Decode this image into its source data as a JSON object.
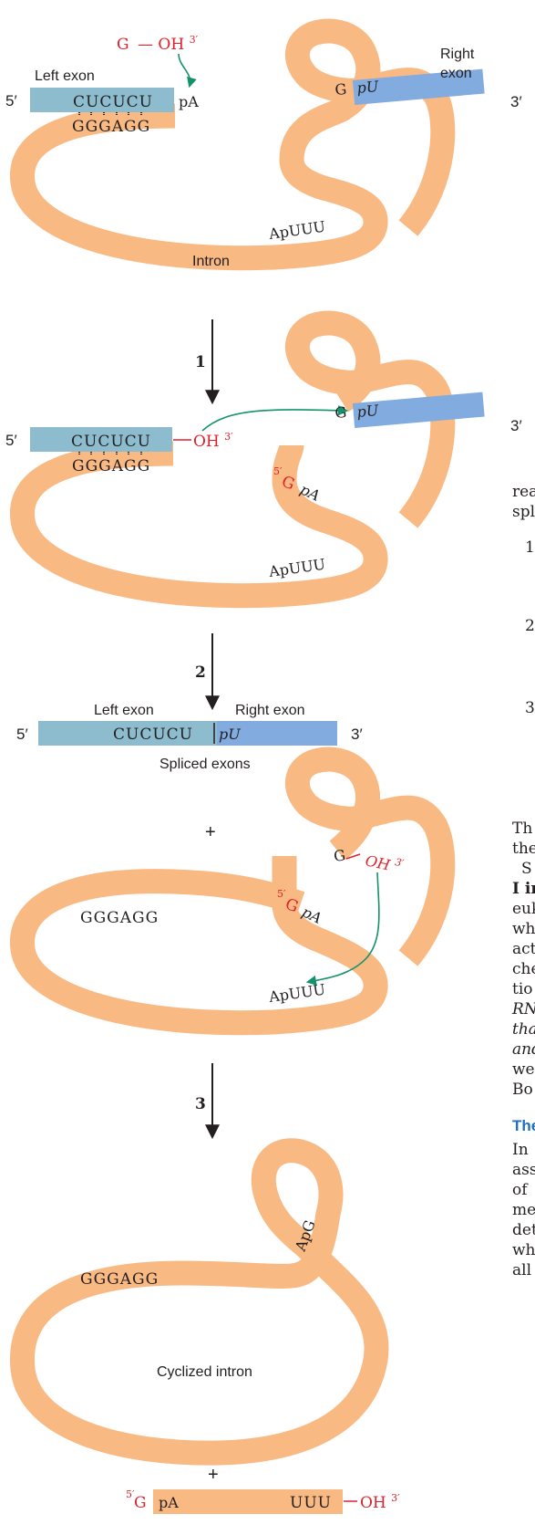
{
  "colors": {
    "intron": "#f9b983",
    "left_exon": "#8cbccd",
    "right_exon": "#82abe0",
    "red_text": "#e0202a",
    "teal_arrow": "#12936b",
    "heading_blue": "#1f6fbf"
  },
  "panel1": {
    "g_oh": "G",
    "g_oh_dash": "—",
    "g_oh_oh": "OH",
    "g_oh_sup": "3′",
    "left_exon_label": "Left exon",
    "right_exon_label_1": "Right",
    "right_exon_label_2": "exon",
    "five_prime": "5′",
    "three_prime": "3′",
    "left_seq": "CUCUCU",
    "pA": "pA",
    "pair_seq": "GGGAGG",
    "GpU_G": "G",
    "GpU_pU": "pU",
    "ApUUU": "ApUUU",
    "intron_label": "Intron"
  },
  "step1": "1",
  "panel2": {
    "five_prime": "5′",
    "three_prime": "3′",
    "left_seq": "CUCUCU",
    "oh": "OH",
    "oh_sup": "3′",
    "pair_seq": "GGGAGG",
    "GpU_G": "G",
    "GpU_pU": "pU",
    "gpa_sup": "5′",
    "gpa_G": "G",
    "gpa_pA": "pA",
    "ApUUU": "ApUUU"
  },
  "step2": "2",
  "panel3": {
    "left_exon_label": "Left exon",
    "right_exon_label": "Right exon",
    "five_prime": "5′",
    "three_prime": "3′",
    "seq_left": "CUCUCU",
    "seq_right": "pU",
    "caption": "Spliced exons"
  },
  "plus": "+",
  "panel4": {
    "G": "G",
    "oh": "OH",
    "oh_sup": "3′",
    "gpa_sup": "5′",
    "gpa_G": "G",
    "gpa_pA": "pA",
    "pair_seq": "GGGAGG",
    "ApUUU": "ApUUU"
  },
  "step3": "3",
  "panel5": {
    "pair_seq": "GGGAGG",
    "ApG": "ApG",
    "caption": "Cyclized intron",
    "plus": "+",
    "frag_sup": "5′",
    "frag_G": "G",
    "frag_pA": "pA",
    "frag_UUU": "UUU",
    "frag_oh": "OH",
    "frag_oh_sup": "3′"
  },
  "side_text": {
    "t1": "rea",
    "t2": "spl",
    "n1": "1",
    "n2": "2",
    "n3": "3",
    "t3": "Th",
    "t4": "the",
    "t5": "S",
    "t6": "I in",
    "t7": "euk",
    "t8": "wh",
    "t9": "act",
    "t10": "che",
    "t11": "tio",
    "t12": "RN",
    "t13": "tha",
    "t14": "and",
    "t15": "we",
    "t16": "Bo",
    "heading": "The",
    "t17": "In",
    "t18": "ass",
    "t19": "of",
    "t20": "me",
    "t21": "det",
    "t22": "wh",
    "t23": "all"
  }
}
